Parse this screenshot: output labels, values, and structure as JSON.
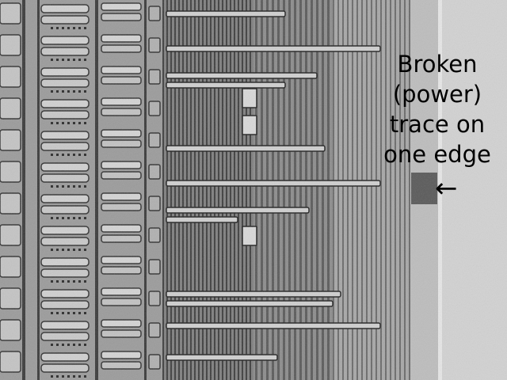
{
  "annotation": {
    "lines": [
      "Broken",
      "(power)",
      "trace on",
      "one edge"
    ],
    "arrow": "←"
  },
  "photo": {
    "subject": "die-micrograph",
    "tone": "grayscale"
  }
}
